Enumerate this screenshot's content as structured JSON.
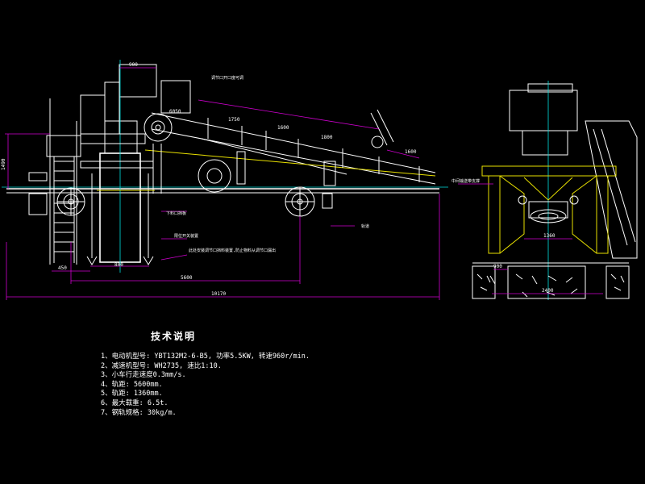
{
  "notes": {
    "title": "技术说明",
    "items": [
      "1、电动机型号: YBT132M2-6-B5, 功率5.5KW, 转速960r/min.",
      "2、减速机型号: WH2735, 速比1:10.",
      "3、小车行走速度0.3mm/s.",
      "4、轨距: 5600mm.",
      "5、轨距: 1360mm.",
      "6、最大载重: 6.5t.",
      "7、钢轨规格: 30kg/m."
    ]
  },
  "dimensions": {
    "top_width": "900",
    "conveyor_1": "6050",
    "conveyor_2": "1750",
    "conveyor_3": "1600",
    "conveyor_4": "1800",
    "conveyor_5": "1600",
    "left_height": "1490",
    "base_left": "450",
    "base_mid": "800",
    "span_mid": "5600",
    "span_total": "10170",
    "side_span": "1360",
    "side_base": "2400",
    "side_foot": "900"
  },
  "annotations": {
    "top_note": "调节口开口度可调",
    "mid_note": "下料口挡板",
    "low_note_1": "限位开关装置",
    "low_note_2": "此处安装调节口挡料装置,防止物料从调节口漏出",
    "right_note": "轨道",
    "side_note": "中间输送带支撑"
  },
  "colors": {
    "background": "#000000",
    "outline": "#ffffff",
    "structure": "#e8e000",
    "dimension": "#d000d0",
    "centerline": "#00e0e0",
    "rail": "#00c000"
  }
}
